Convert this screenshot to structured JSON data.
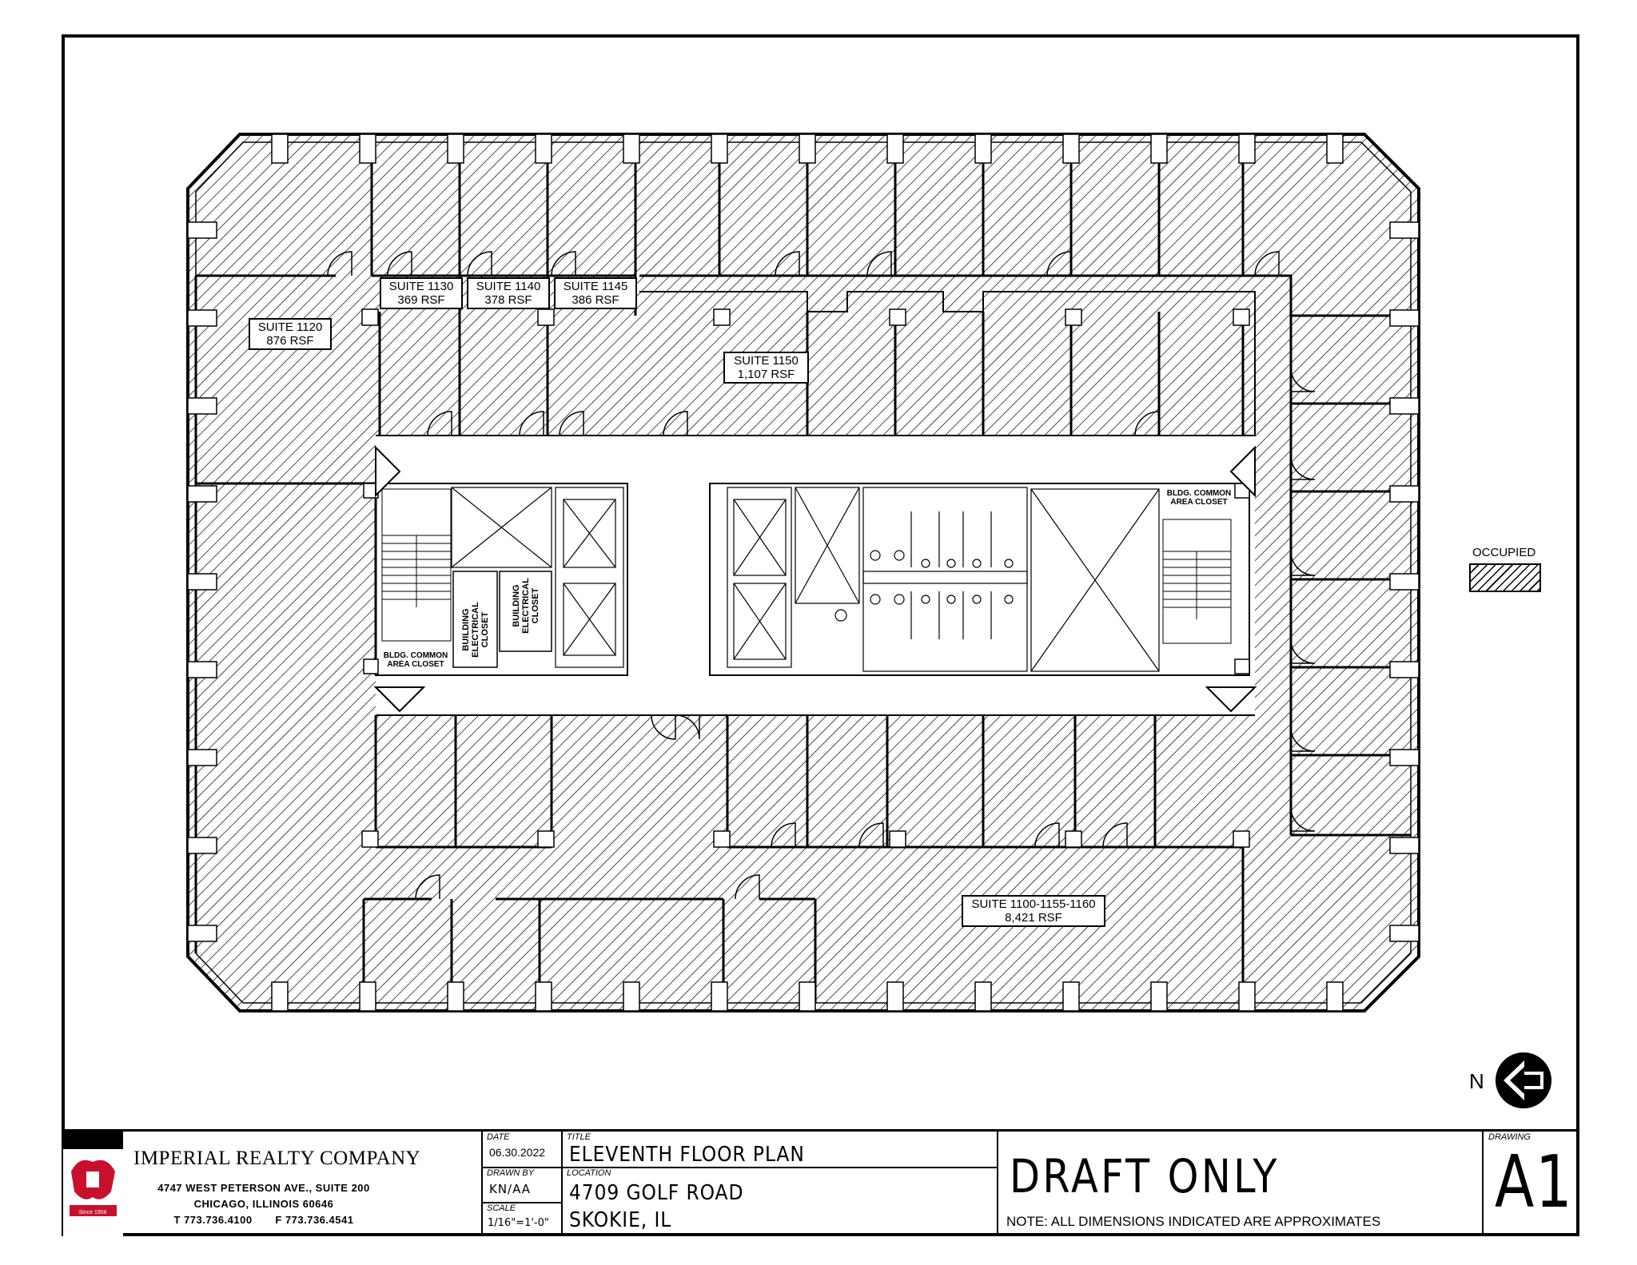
{
  "suites": [
    {
      "id": "suite-1130",
      "name": "SUITE 1130",
      "rsf": "369 RSF"
    },
    {
      "id": "suite-1140",
      "name": "SUITE 1140",
      "rsf": "378 RSF"
    },
    {
      "id": "suite-1145",
      "name": "SUITE 1145",
      "rsf": "386 RSF"
    },
    {
      "id": "suite-1120",
      "name": "SUITE 1120",
      "rsf": "876 RSF"
    },
    {
      "id": "suite-1150",
      "name": "SUITE 1150",
      "rsf": "1,107 RSF"
    },
    {
      "id": "suite-1100",
      "name": "SUITE 1100-1155-1160",
      "rsf": "8,421 RSF"
    }
  ],
  "closets": {
    "common_left": "BLDG. COMMON AREA CLOSET",
    "common_right": "BLDG. COMMON AREA CLOSET",
    "electrical_1": "BUILDING ELECTRICAL CLOSET",
    "electrical_2": "BUILDING ELECTRICAL CLOSET"
  },
  "legend": {
    "label": "OCCUPIED"
  },
  "north": {
    "label": "N"
  },
  "company": {
    "name": "IMPERIAL REALTY COMPANY",
    "address1": "4747 WEST PETERSON AVE., SUITE 200",
    "address2": "CHICAGO, ILLINOIS 60646",
    "phone": "T 773.736.4100",
    "fax": "F 773.736.4541",
    "logo_text": "Since 1956"
  },
  "titleblock": {
    "date_label": "DATE",
    "date": "06.30.2022",
    "drawn_by_label": "DRAWN BY",
    "drawn_by": "KN/AA",
    "scale_label": "SCALE",
    "scale": "1/16\"=1'-0\"",
    "title_label": "TITLE",
    "title": "ELEVENTH FLOOR PLAN",
    "location_label": "LOCATION",
    "location1": "4709 GOLF ROAD",
    "location2": "SKOKIE, IL",
    "status": "DRAFT ONLY",
    "note": "NOTE: ALL DIMENSIONS INDICATED ARE APPROXIMATES",
    "drawing_label": "DRAWING",
    "drawing": "A1"
  },
  "colors": {
    "ink": "#000000",
    "logo_red": "#c8102e"
  }
}
